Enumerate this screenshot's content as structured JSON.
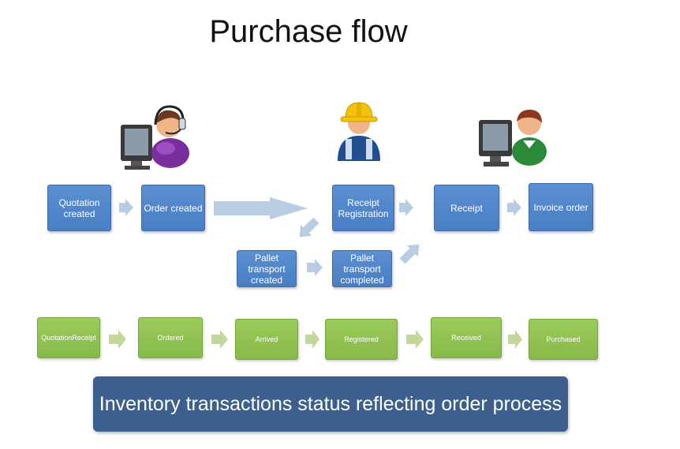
{
  "title": "Purchase flow",
  "icons": [
    "call-center-user-icon",
    "construction-worker-icon",
    "office-user-icon"
  ],
  "process_steps": [
    "Quotation created",
    "Order created",
    "Receipt Registration",
    "Receipt",
    "Invoice order",
    "Pallet transport created",
    "Pallet transport completed"
  ],
  "statuses": [
    "QuotationReceipt",
    "Ordered",
    "Arrived",
    "Registered",
    "Received",
    "Purchased"
  ],
  "banner": "Inventory transactions status reflecting order process",
  "colors": {
    "process_box": "#4f81bd",
    "status_box": "#92c056",
    "banner": "#3d5f8e",
    "arrow": "#b8cce4",
    "status_arrow": "#c3d69b"
  }
}
